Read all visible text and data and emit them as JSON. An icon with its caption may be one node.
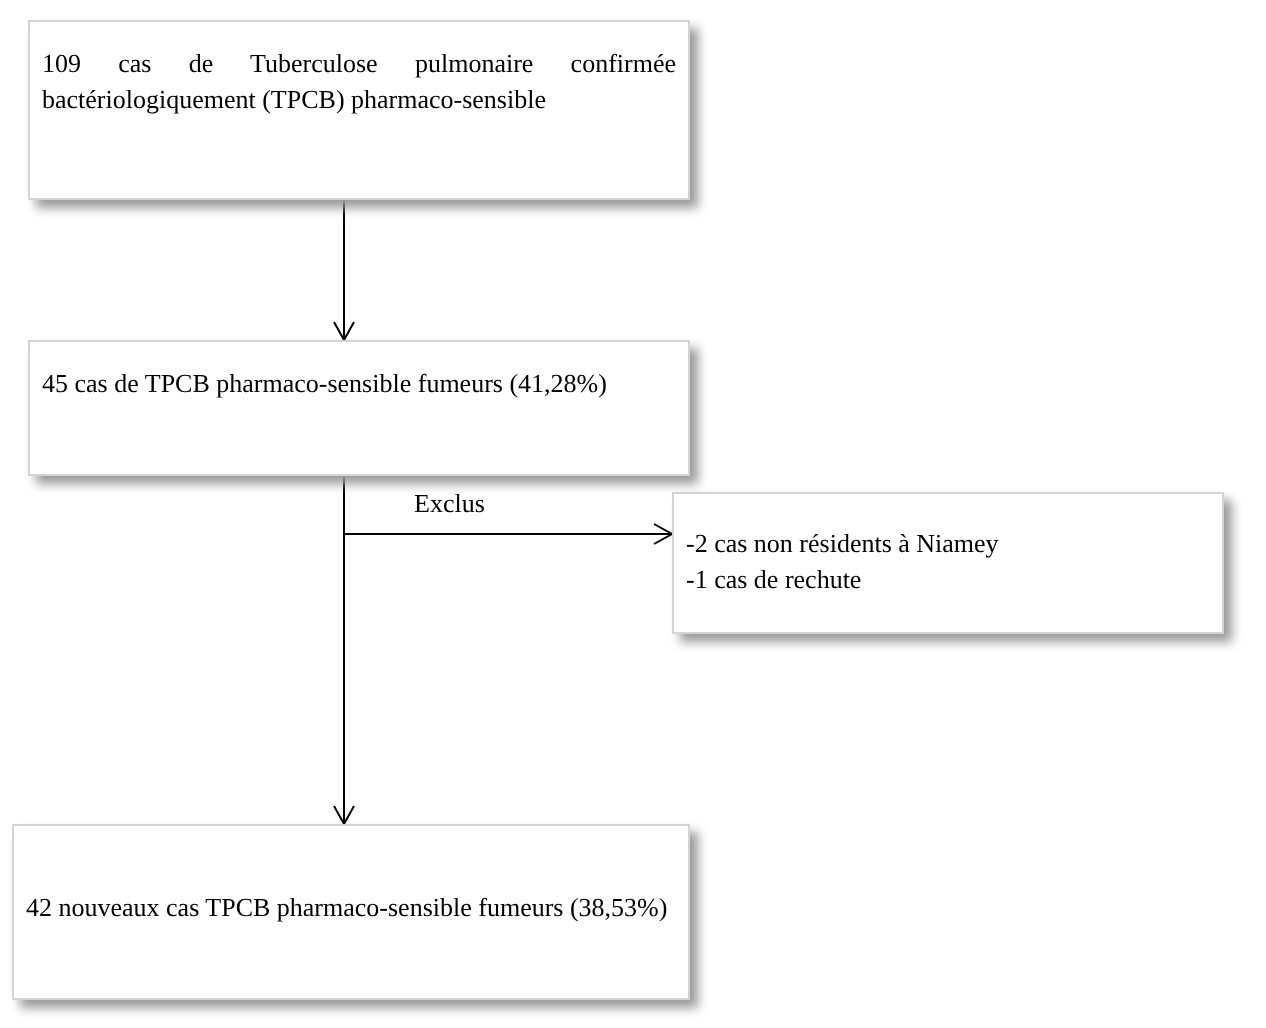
{
  "diagram": {
    "nodes": [
      {
        "text": [
          "109 cas de Tuberculose pulmonaire confirmée bactériologiquement (TPCB) pharmaco-sensible"
        ]
      },
      {
        "text": [
          "45 cas de TPCB pharmaco-sensible fumeurs (41,28%)"
        ]
      },
      {
        "text": [
          "-2 cas non résidents à Niamey",
          "-1 cas de rechute"
        ]
      },
      {
        "text": [
          "42 nouveaux cas TPCB pharmaco-sensible fumeurs (38,53%)"
        ]
      }
    ],
    "edges": [
      {
        "from": 0,
        "to": 1,
        "arrow": "to"
      },
      {
        "from": 1,
        "to": 2,
        "arrow": "to",
        "label": "Exclus"
      },
      {
        "from": 1,
        "to": 3,
        "arrow": "to"
      }
    ]
  }
}
